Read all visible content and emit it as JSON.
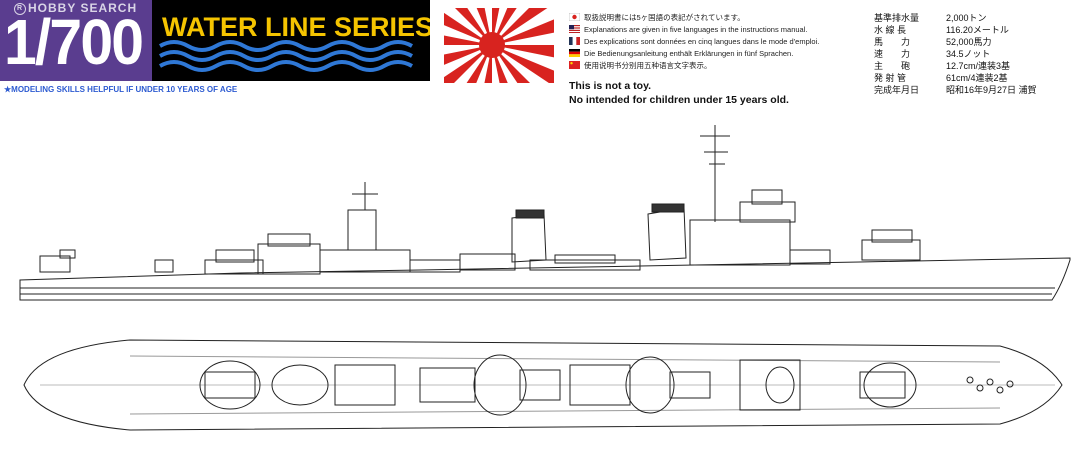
{
  "header": {
    "watermark": "HOBBY SEARCH",
    "watermark_mark": "R",
    "scale": "1/700",
    "series": "WATER LINE SERIES",
    "skill_note": "★MODELING SKILLS HELPFUL IF UNDER 10 YEARS OF AGE"
  },
  "languages": [
    {
      "flag": "japan-flag",
      "text": "取扱説明書には5ヶ国語の表記がされています。"
    },
    {
      "flag": "usa-flag",
      "text": "Explanations are given in five languages in the instructions manual."
    },
    {
      "flag": "france-flag",
      "text": "Des explications sont données en cinq langues dans le mode d'emploi."
    },
    {
      "flag": "germany-flag",
      "text": "Die Bedienungsanleitung enthält Erklärungen in fünf Sprachen."
    },
    {
      "flag": "china-flag",
      "text": "使用说明书分别用五种语言文字表示。"
    }
  ],
  "warnings": [
    "This is not a toy.",
    "No intended for children under 15 years old."
  ],
  "specs": [
    {
      "key": "基準排水量",
      "value": "2,000トン"
    },
    {
      "key": "水 線 長",
      "value": "116.20メートル"
    },
    {
      "key": "馬　　力",
      "value": "52,000馬力"
    },
    {
      "key": "速　　力",
      "value": "34.5ノット"
    },
    {
      "key": "主　　砲",
      "value": "12.7cm/連装3基"
    },
    {
      "key": "発 射 管",
      "value": "61cm/4連装2基"
    },
    {
      "key": "完成年月日",
      "value": "昭和16年9月27日 浦賀"
    }
  ],
  "colors": {
    "scale_bg": "#5a3d8f",
    "series_bg": "#000000",
    "series_text": "#f5c400",
    "wave": "#2f78d6",
    "flag_red": "#d8231f",
    "skill_text": "#2d5bd1"
  }
}
